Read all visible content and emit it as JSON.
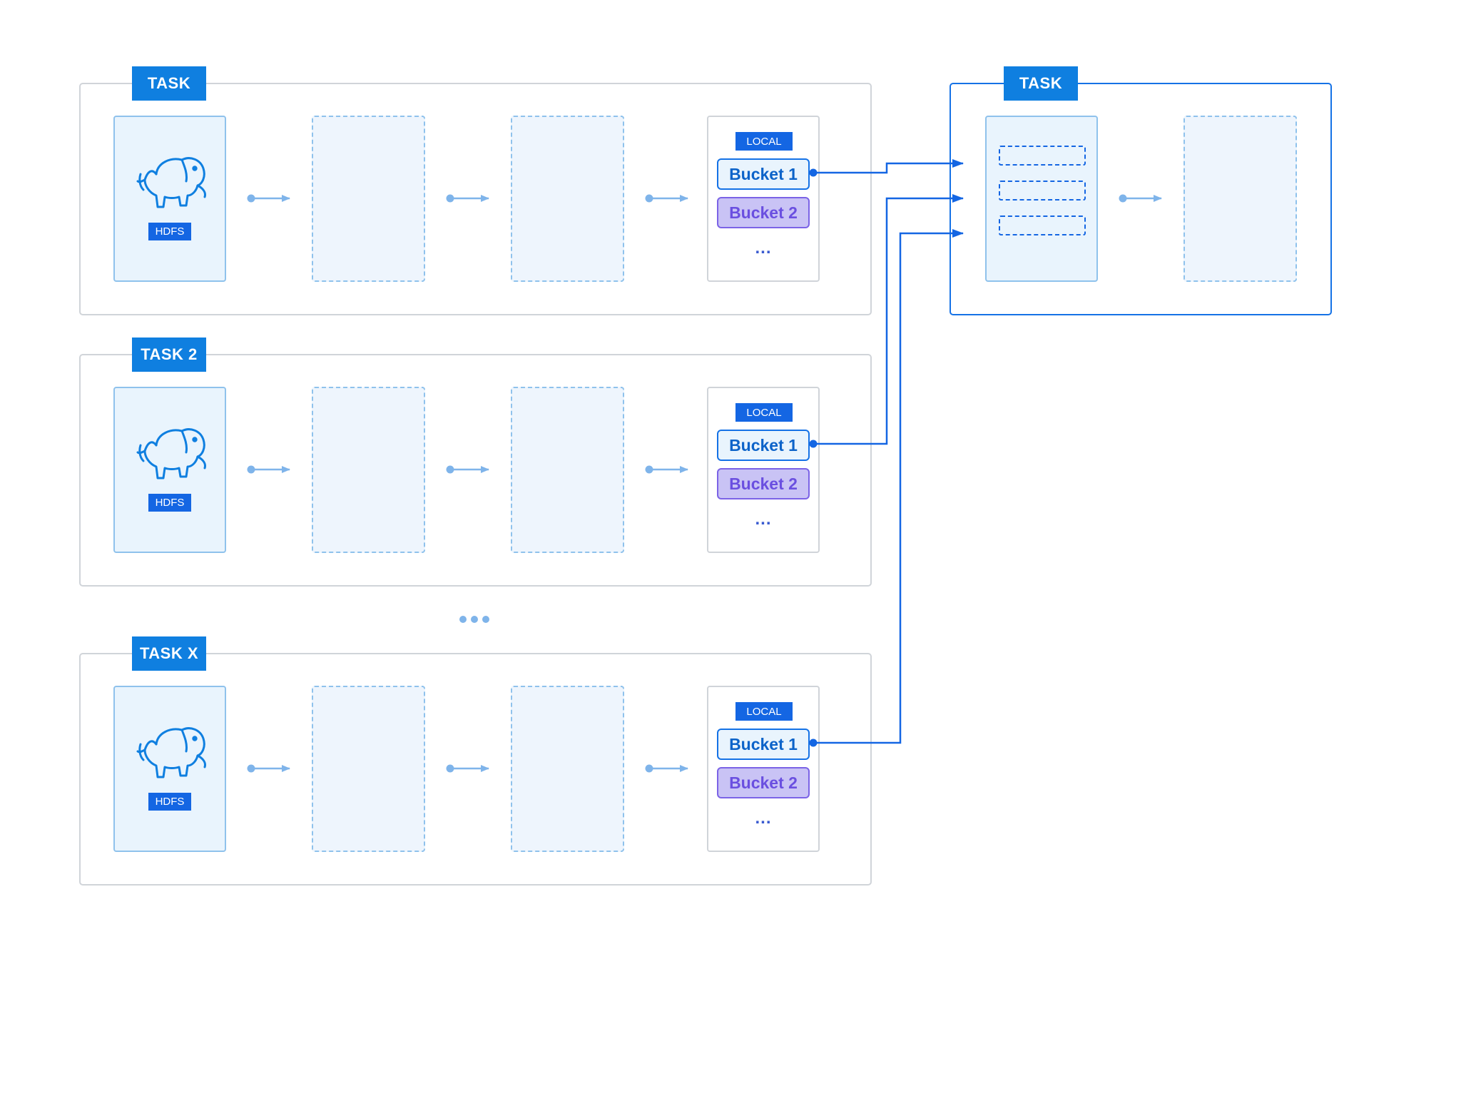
{
  "colors": {
    "accent": "#1572e6",
    "tag_blue": "#0f7fe0",
    "bucket1_text": "#0c63c9",
    "bucket2_fill": "#c9c3f5",
    "bucket2_text": "#6a4fe0",
    "panel_fill": "#e9f4fd",
    "frame_gray": "#d0d4d9"
  },
  "tasks": [
    {
      "title": "TASK",
      "hdfs_label": "HDFS",
      "local_label": "LOCAL",
      "bucket1": "Bucket 1",
      "bucket2": "Bucket 2",
      "more": "..."
    },
    {
      "title": "TASK 2",
      "hdfs_label": "HDFS",
      "local_label": "LOCAL",
      "bucket1": "Bucket 1",
      "bucket2": "Bucket 2",
      "more": "..."
    },
    {
      "title": "TASK X",
      "hdfs_label": "HDFS",
      "local_label": "LOCAL",
      "bucket1": "Bucket 1",
      "bucket2": "Bucket 2",
      "more": "..."
    }
  ],
  "target_task": {
    "title": "TASK"
  },
  "icons": {
    "hdfs": "hadoop-elephant-icon",
    "flow": "arrow-right-icon",
    "ellipsis": "ellipsis-icon"
  }
}
